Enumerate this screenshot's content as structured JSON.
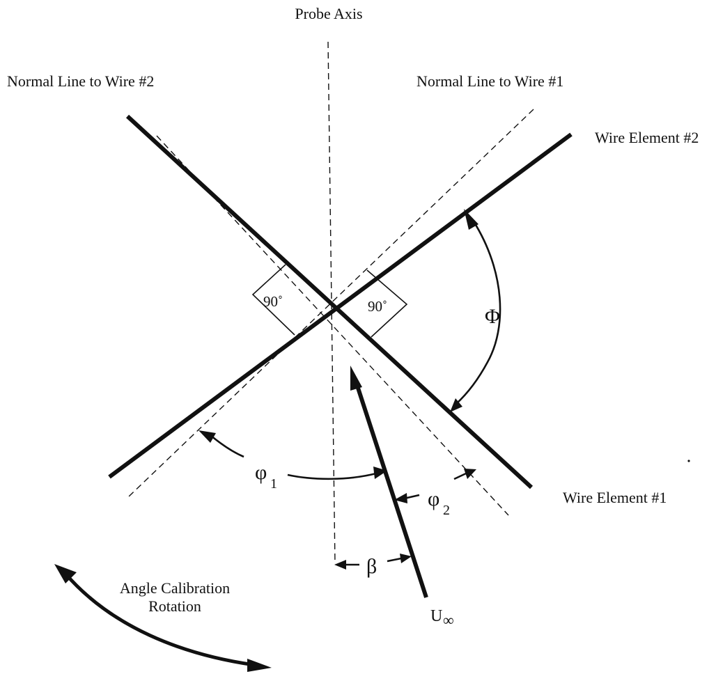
{
  "labels": {
    "probe_axis": "Probe Axis",
    "normal_wire_2": "Normal Line to Wire #2",
    "normal_wire_1": "Normal Line to Wire #1",
    "wire_element_2": "Wire Element #2",
    "wire_element_1": "Wire Element #1",
    "right_angle_left": "90˚",
    "right_angle_right": "90˚",
    "phi_total": "Φ",
    "phi_1": "φ",
    "phi_1_sub": "1",
    "phi_2": "φ",
    "phi_2_sub": "2",
    "beta": "β",
    "u_inf": "U",
    "u_inf_sub": "∞",
    "calibration_line1": "Angle Calibration",
    "calibration_line2": "Rotation"
  },
  "colors": {
    "ink": "#111111",
    "background": "#ffffff"
  }
}
